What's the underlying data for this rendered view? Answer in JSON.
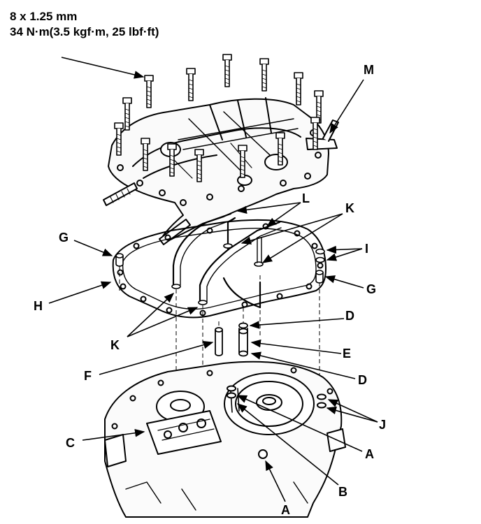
{
  "torque_spec": {
    "bolt_size": "8 x 1.25 mm",
    "torque": "34 N·m(3.5 kgf·m, 25 lbf·ft)"
  },
  "callouts": {
    "M": "M",
    "L": "L",
    "K_top": "K",
    "G_left": "G",
    "I": "I",
    "H": "H",
    "G_right": "G",
    "D_top": "D",
    "K_bottom": "K",
    "E": "E",
    "F": "F",
    "D_bottom": "D",
    "J": "J",
    "C": "C",
    "A_right": "A",
    "B": "B",
    "A_bottom": "A"
  }
}
